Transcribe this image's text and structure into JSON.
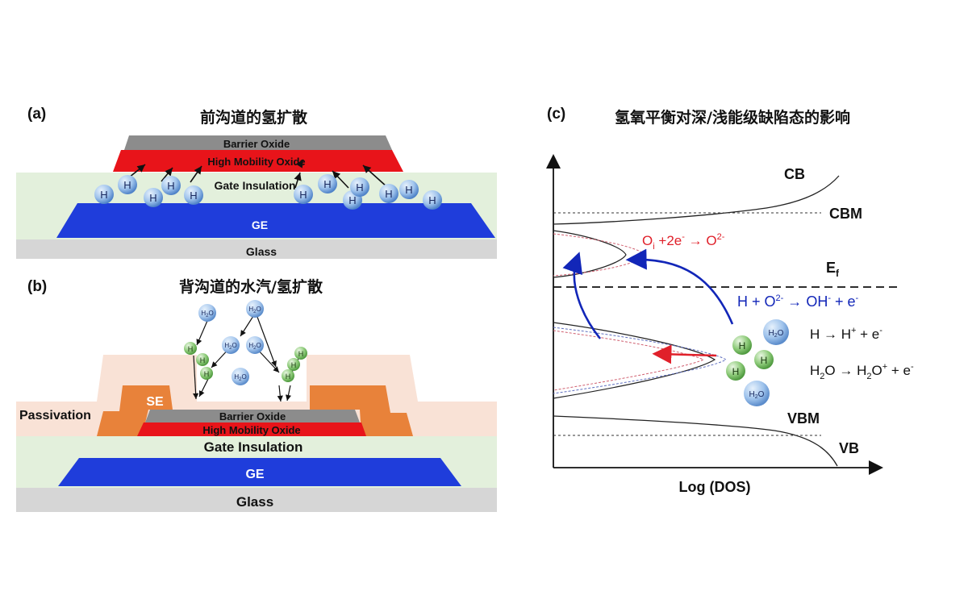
{
  "panel_a": {
    "label": "(a)",
    "title": "前沟道的氢扩散",
    "layers": {
      "barrier": "Barrier Oxide",
      "hmo": "High Mobility Oxide",
      "gate_ins": "Gate Insulation",
      "ge": "GE",
      "glass": "Glass"
    },
    "h_symbol": "H"
  },
  "panel_b": {
    "label": "(b)",
    "title": "背沟道的水汽/氢扩散",
    "layers": {
      "barrier": "Barrier Oxide",
      "hmo": "High Mobility Oxide",
      "gate_ins": "Gate Insulation",
      "ge": "GE",
      "glass": "Glass",
      "se": "SE",
      "passivation": "Passivation"
    },
    "h_symbol": "H",
    "h2o_base": "H",
    "h2o_sub": "2",
    "h2o_tail": "O"
  },
  "panel_c": {
    "label": "(c)",
    "title": "氢氧平衡对深/浅能级缺陷态的影响",
    "cb": "CB",
    "cbm": "CBM",
    "ef_main": "E",
    "ef_sub": "f",
    "vbm": "VBM",
    "vb": "VB",
    "xlabel": "Log (DOS)",
    "eq_red": {
      "p1": "O",
      "p1_sub": "i",
      "p2": " +2e",
      "p2_sup": "-",
      "arrow": " → ",
      "p3": "O",
      "p3_sup": "2-"
    },
    "eq_blue": {
      "p1": "H  + O",
      "p1_sup": "2-",
      "arrow": " → ",
      "p2": "OH",
      "p2_sup": "-",
      "p3": " + e",
      "p3_sup": "-"
    },
    "eq_h": {
      "p1": "H → H",
      "p1_sup": "+",
      "p2": " + e",
      "p2_sup": "-"
    },
    "eq_h2o": {
      "p1": "H",
      "p1_sub": "2",
      "p2": "O → H",
      "p2_sub": "2",
      "p3": "O",
      "p3_sup": "+",
      "p4": " + e",
      "p4_sup": "-"
    },
    "h_symbol": "H"
  },
  "colors": {
    "barrier": "#8c8c8c",
    "hmo": "#e8141a",
    "gate_ins": "#e3f0dc",
    "ge": "#1f3ddb",
    "glass": "#d6d6d6",
    "se": "#e8823a",
    "passivation": "#f9e2d6",
    "blue_arrow": "#1226b8",
    "red_text": "#e0202a",
    "h_sphere": "#9fc3ec",
    "h_green": "#8ecb7a"
  }
}
